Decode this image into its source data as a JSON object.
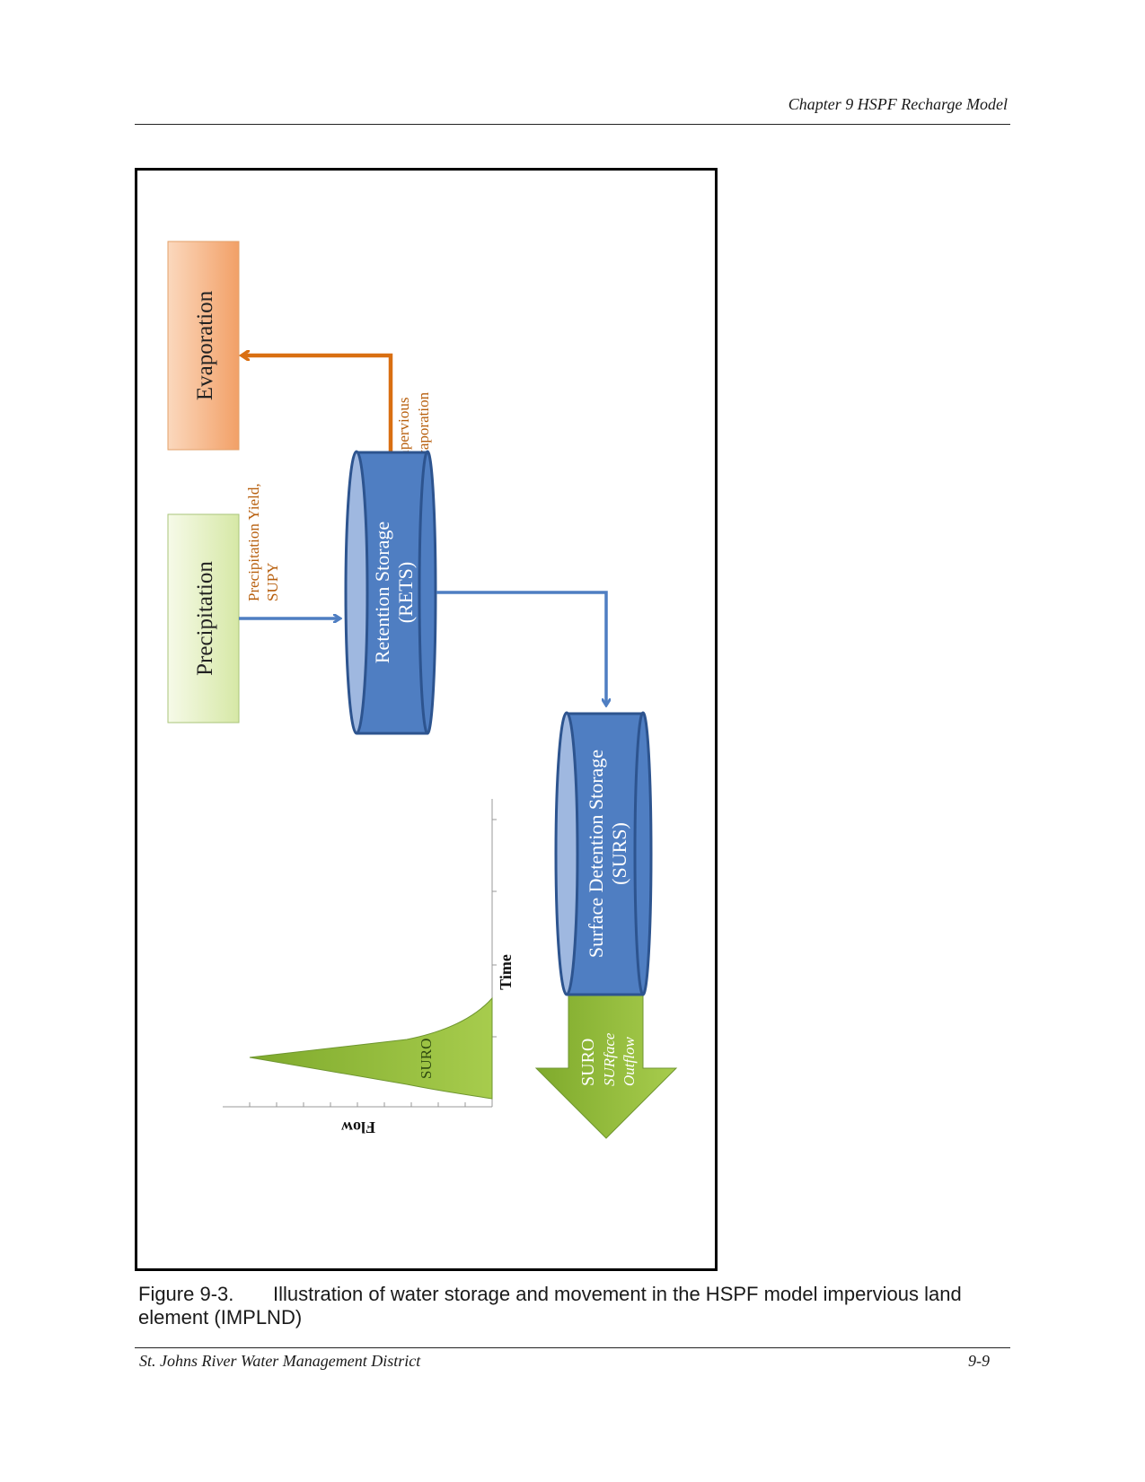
{
  "header": {
    "running_head": "Chapter 9 HSPF Recharge Model"
  },
  "diagram": {
    "evaporation_label": "Evaporation",
    "precipitation_label": "Precipitation",
    "precip_yield_line1": "Precipitation Yield,",
    "precip_yield_line2": "SUPY",
    "imperv_evap_line1": "Impervious",
    "imperv_evap_line2": "Evaporation",
    "rets_line1": "Retention Storage",
    "rets_line2": "(RETS)",
    "surs_line1": "Surface Detention Storage",
    "surs_line2": "(SURS)",
    "suro_label": "SURO",
    "suro_sub1": "SURface",
    "suro_sub2": "Outflow",
    "colors": {
      "blue": "#4f7ec2",
      "orange": "#d96f12",
      "green": "#8fb93a"
    }
  },
  "hydrograph": {
    "time_label": "Time",
    "flow_label": "Flow",
    "curve_label": "SURO"
  },
  "caption": {
    "number": "Figure 9-3.",
    "text": "Illustration of water storage and movement in the HSPF model impervious land element (IMPLND)"
  },
  "footer": {
    "organization": "St. Johns River Water Management District",
    "page_number": "9-9"
  }
}
